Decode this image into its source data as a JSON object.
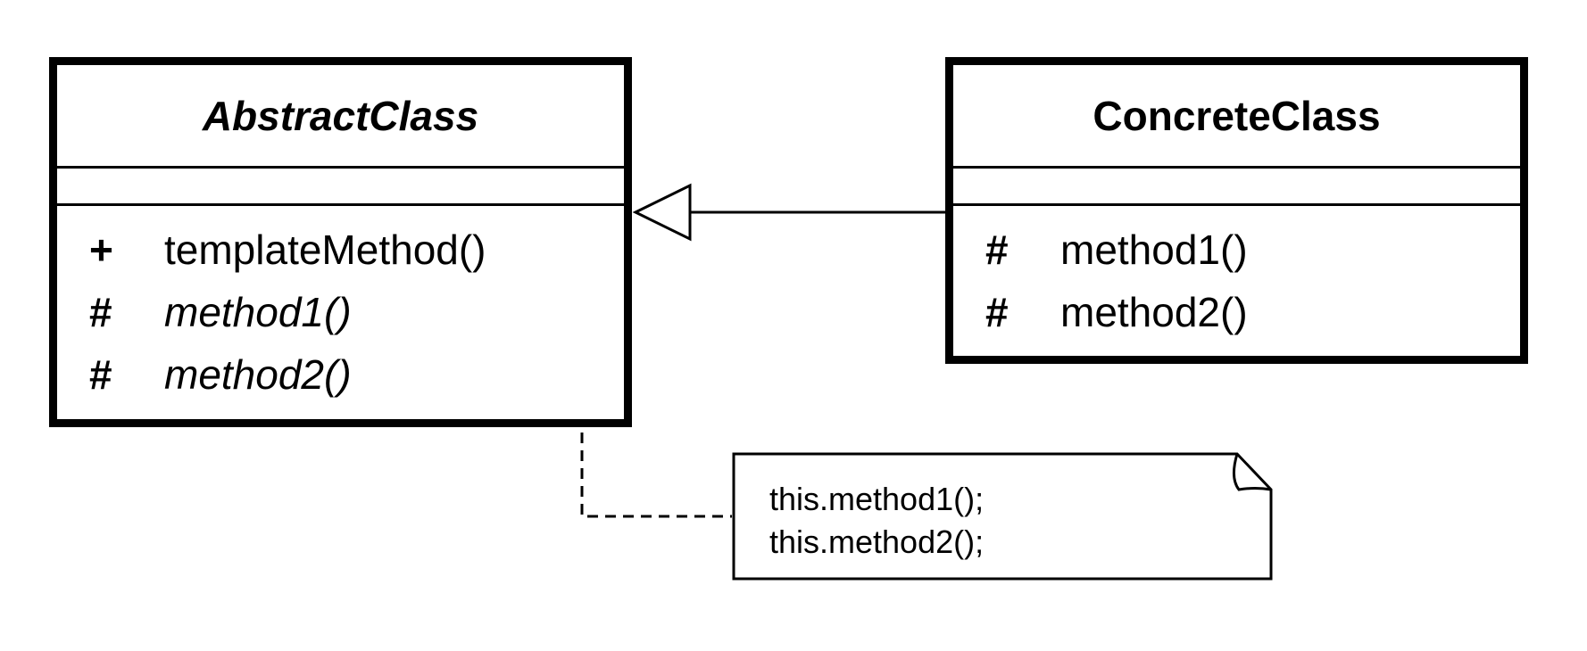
{
  "diagram": {
    "abstract_class": {
      "name": "AbstractClass",
      "methods": [
        {
          "visibility": "+",
          "name": "templateMethod()",
          "abstract": false
        },
        {
          "visibility": "#",
          "name": "method1()",
          "abstract": true
        },
        {
          "visibility": "#",
          "name": "method2()",
          "abstract": true
        }
      ]
    },
    "concrete_class": {
      "name": "ConcreteClass",
      "methods": [
        {
          "visibility": "#",
          "name": "method1()"
        },
        {
          "visibility": "#",
          "name": "method2()"
        }
      ]
    },
    "note": {
      "lines": [
        "this.method1();",
        "this.method2();"
      ]
    },
    "relationship": "generalization"
  }
}
